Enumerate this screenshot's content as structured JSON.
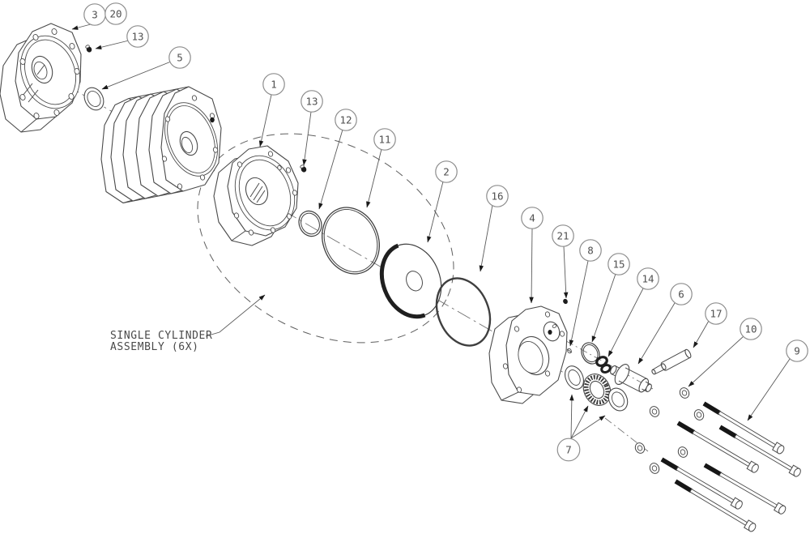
{
  "drawing": {
    "title": "exploded single cylinder assembly diagram",
    "label": {
      "line1": "SINGLE CYLINDER",
      "line2": "ASSEMBLY (6X)"
    },
    "colors": {
      "line": "#4a4a4a",
      "dark": "#1c1c1c",
      "balloon_stroke": "#8e8e8e",
      "text": "#4f4f4f",
      "background": "#ffffff"
    },
    "balloons": [
      {
        "n": "3"
      },
      {
        "n": "20"
      },
      {
        "n": "13"
      },
      {
        "n": "5"
      },
      {
        "n": "1"
      },
      {
        "n": "13"
      },
      {
        "n": "12"
      },
      {
        "n": "11"
      },
      {
        "n": "2"
      },
      {
        "n": "16"
      },
      {
        "n": "4"
      },
      {
        "n": "21"
      },
      {
        "n": "8"
      },
      {
        "n": "15"
      },
      {
        "n": "14"
      },
      {
        "n": "6"
      },
      {
        "n": "17"
      },
      {
        "n": "10"
      },
      {
        "n": "9"
      },
      {
        "n": "7"
      }
    ]
  }
}
